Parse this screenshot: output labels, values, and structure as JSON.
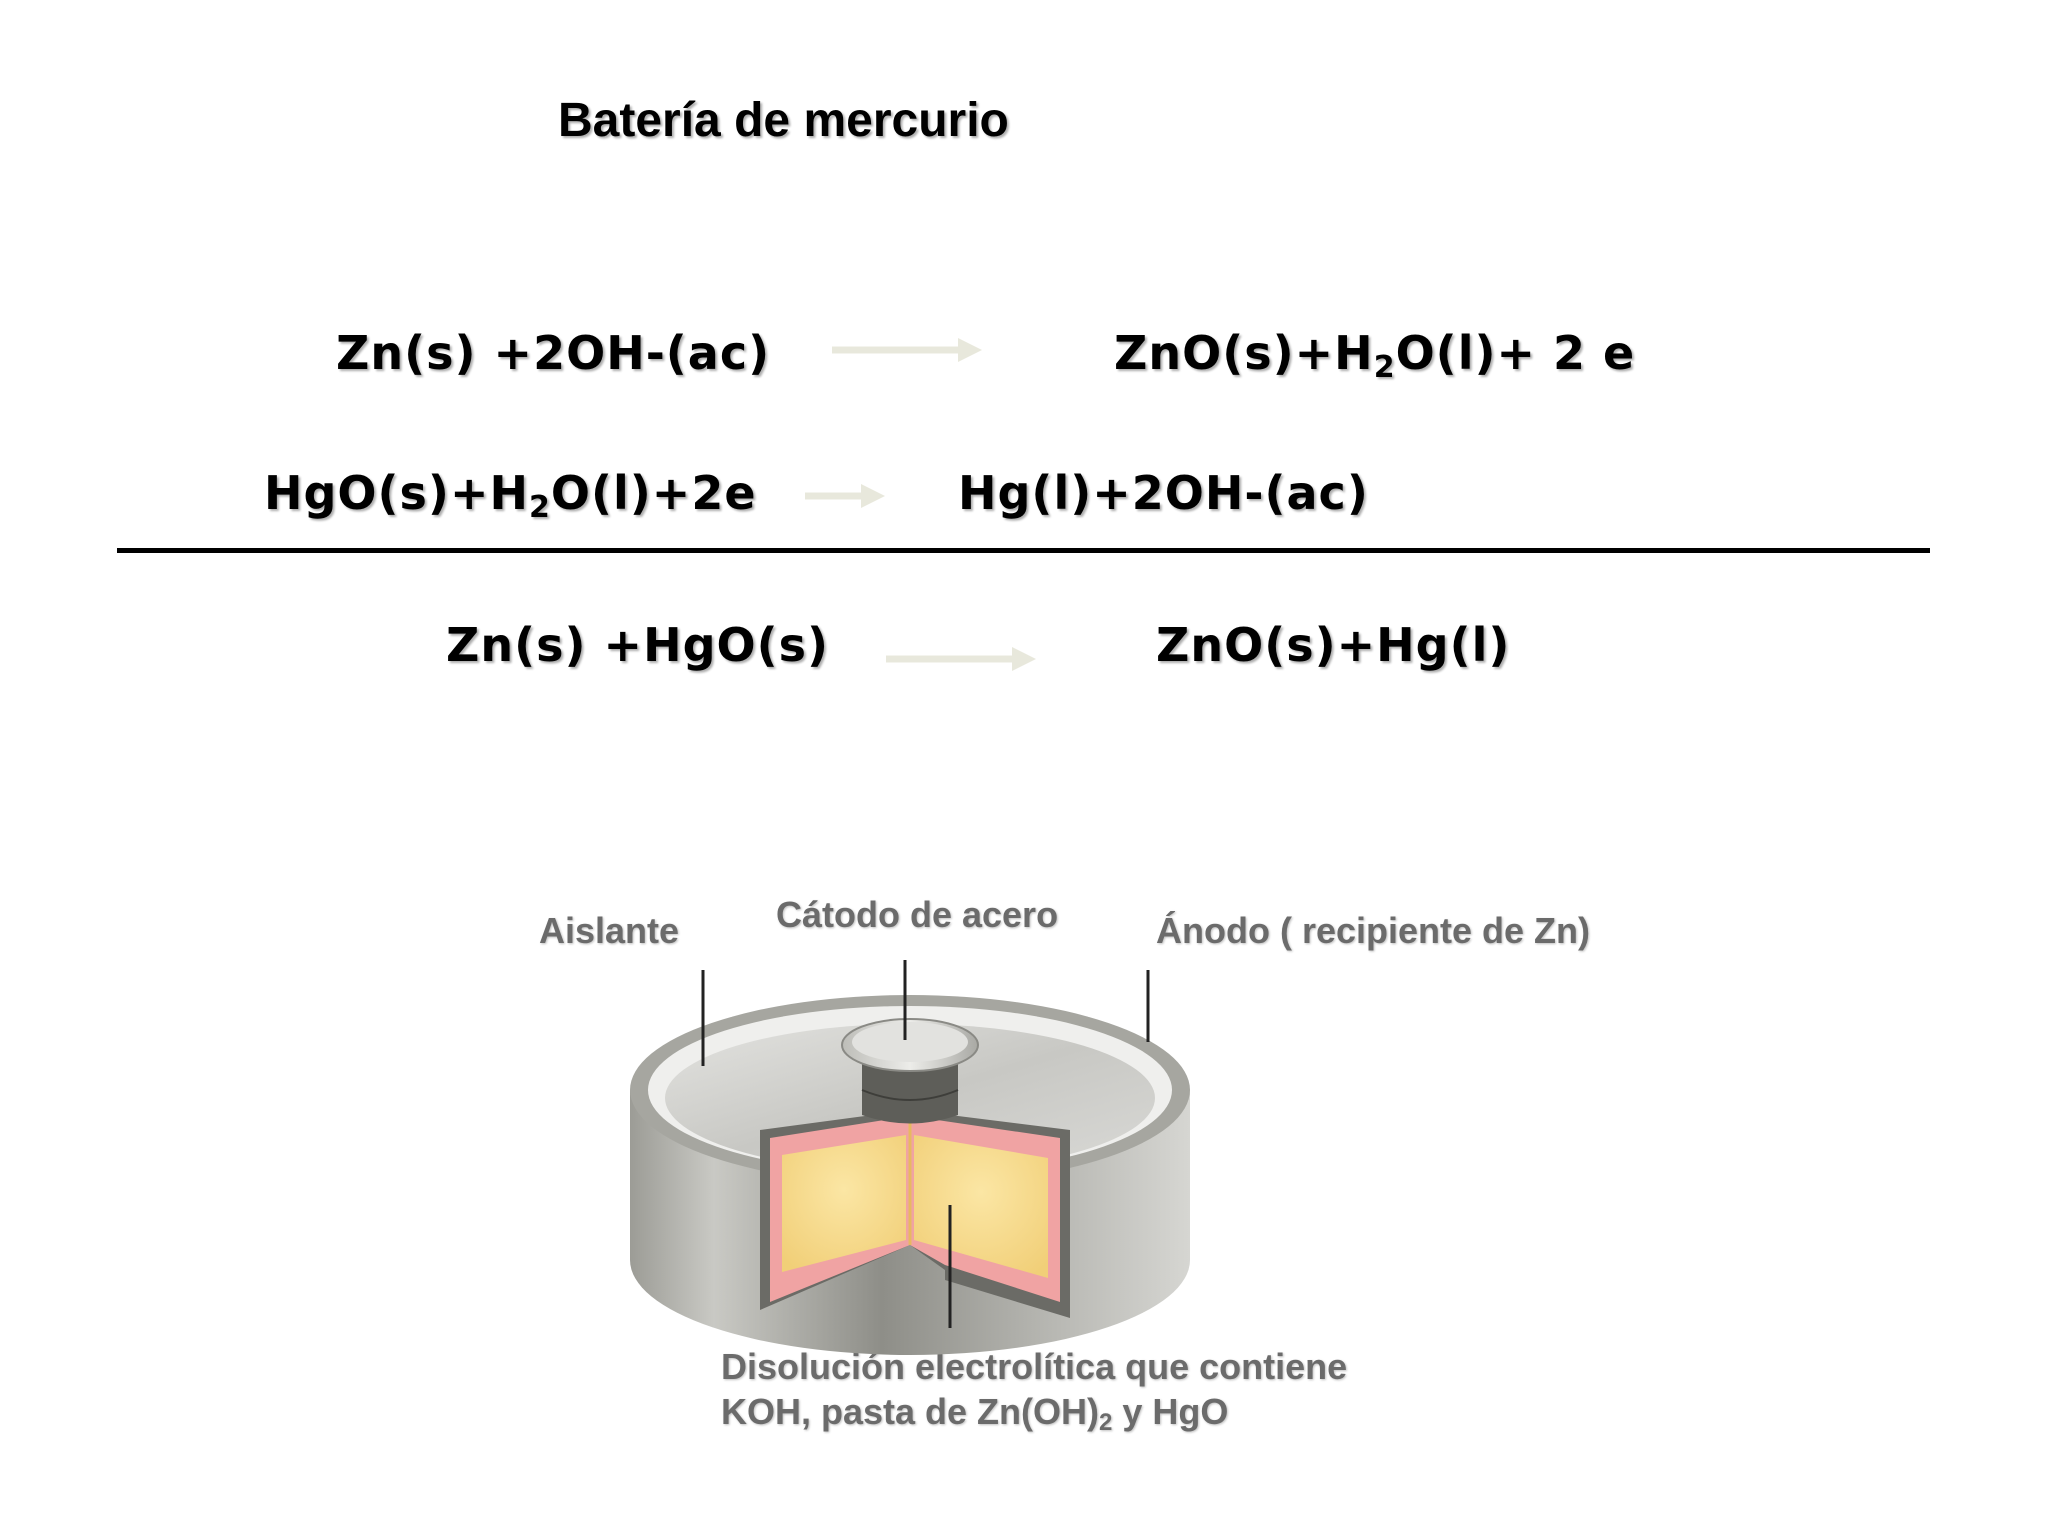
{
  "title": "Batería de mercurio",
  "reactions": {
    "anode": {
      "reactants": "Zn(s) +2OH-(ac)",
      "products_before": "ZnO(s)+H",
      "products_sub": "2",
      "products_after": "O(l)+ 2 e"
    },
    "cathode": {
      "reactants_before": "HgO(s)+H",
      "reactants_sub": "2",
      "reactants_after": "O(l)+2e",
      "products": "Hg(l)+2OH-(ac)"
    },
    "overall": {
      "reactants": "Zn(s) +HgO(s)",
      "products": "ZnO(s)+Hg(l)"
    }
  },
  "labels": {
    "insulator": "Aislante",
    "cathode": "Cátodo de acero",
    "anode": "Ánodo ( recipiente de Zn)",
    "electrolyte_line1": "Disolución electrolítica que contiene",
    "electrolyte_line2_before": "KOH, pasta de Zn(OH)",
    "electrolyte_line2_sub": "2",
    "electrolyte_line2_after": " y HgO"
  },
  "colors": {
    "arrow": "#e8e8dc",
    "casing": "#8a8a84",
    "paste": "#f6d98a",
    "lining": "#f0a0a0"
  }
}
